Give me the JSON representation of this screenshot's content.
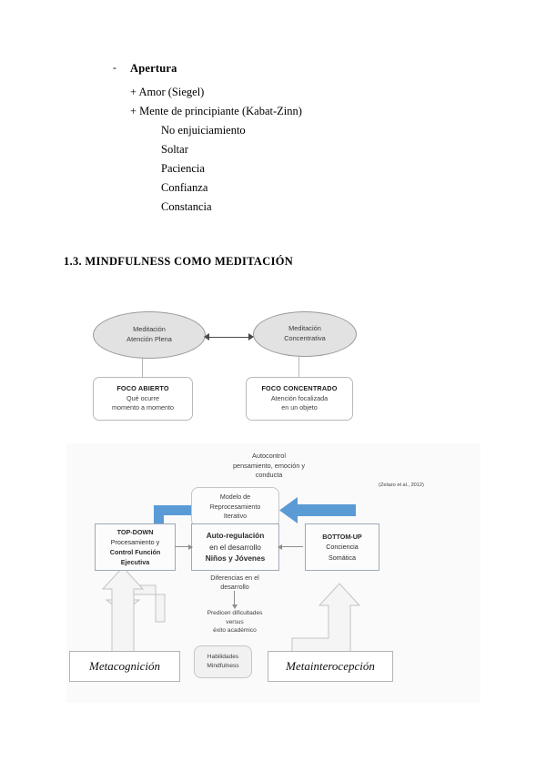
{
  "document": {
    "outline": {
      "bullet_marker": "-",
      "heading": "Apertura",
      "level2": [
        "+ Amor (Siegel)",
        "+ Mente de principiante (Kabat-Zinn)"
      ],
      "level3": [
        "No enjuiciamiento",
        "Soltar",
        "Paciencia",
        "Confianza",
        "Constancia"
      ]
    },
    "section_heading": "1.3. MINDFULNESS COMO MEDITACIÓN"
  },
  "diagram_meditation": {
    "ellipse_left": {
      "line1": "Meditación",
      "line2": "Atención Plena"
    },
    "ellipse_right": {
      "line1": "Meditación",
      "line2": "Concentrativa"
    },
    "box_left": {
      "title": "FOCO ABIERTO",
      "line1": "Qué ocurre",
      "line2": "momento a momento"
    },
    "box_right": {
      "title": "FOCO CONCENTRADO",
      "line1": "Atención focalizada",
      "line2": "en un objeto"
    },
    "connector": "double-headed-arrow"
  },
  "diagram_selfregulation": {
    "caption_top": "Autocontrol\npensamiento, emoción y\nconducta",
    "citation": "(Zelazo et al., 2012)",
    "box_model": "Modelo de\nReprocesamiento\nIterativo",
    "box_topdown": {
      "title": "TOP-DOWN",
      "line1": "Procesamiento y",
      "line2": "Control Función",
      "line3": "Ejecutiva"
    },
    "box_center": {
      "line1": "Auto-regulación",
      "line2": "en el desarrollo",
      "line3": "Niños y Jóvenes"
    },
    "box_bottomup": {
      "title": "BOTTOM-UP",
      "line1": "Conciencia",
      "line2": "Somática"
    },
    "caption_differences": "Diferencias en el\ndesarrollo",
    "caption_predict": "Predicen dificultades\nversus\néxito académico",
    "box_skills": {
      "line1": "Habilidades",
      "line2": "Mindfulness"
    },
    "label_left": "Metacognición",
    "label_right": "Metainterocepción",
    "colors": {
      "accent_arrow": "#5b9bd5",
      "panel_bg": "#fafafa",
      "box_border": "#9fa8b4"
    }
  }
}
